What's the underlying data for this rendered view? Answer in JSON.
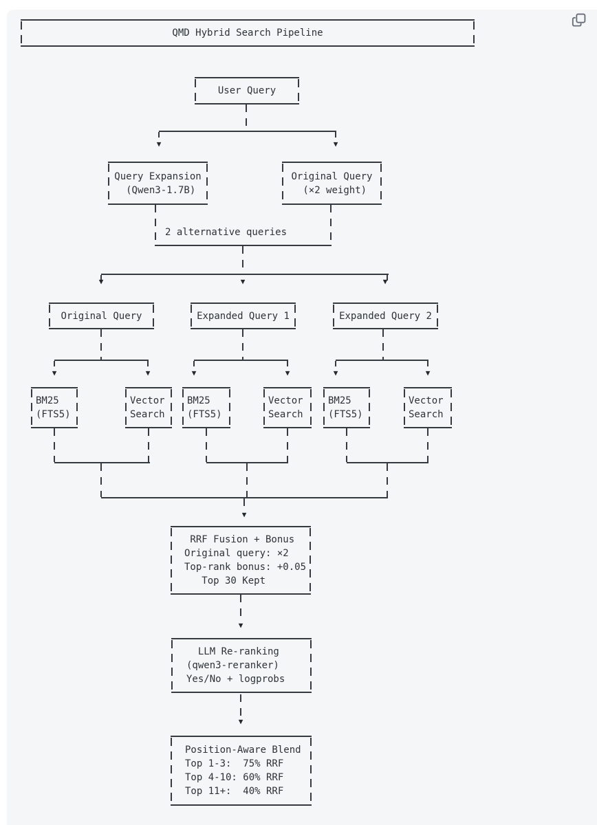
{
  "panel": {
    "background": "#f5f6f8",
    "ink": "#2c3238"
  },
  "title": "QMD Hybrid Search Pipeline",
  "copy_button": {
    "icon": "copy-icon"
  },
  "labels": {
    "alt_queries": "2 alternative queries",
    "arrow_down": "▼"
  },
  "nodes": {
    "user_query": "User Query",
    "query_expansion": "Query Expansion\n (Qwen3-1.7B)",
    "original_query_weighted": "Original Query\n (×2 weight)",
    "original_query": "Original Query",
    "expanded_query_1": "Expanded Query 1",
    "expanded_query_2": "Expanded Query 2",
    "bm25": "BM25\n(FTS5)",
    "vector_search": "Vector\nSearch",
    "rrf_fusion": " RRF Fusion + Bonus\nOriginal query: ×2\nTop-rank bonus: +0.05\n   Top 30 Kept",
    "llm_reranking": "  LLM Re-ranking\n(qwen3-reranker)\nYes/No + logprobs",
    "position_blend": "Position-Aware Blend\nTop 1-3:  75% RRF\nTop 4-10: 60% RRF\nTop 11+:  40% RRF"
  }
}
